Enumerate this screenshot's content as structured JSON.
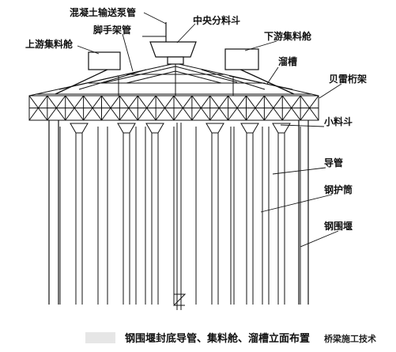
{
  "labels": {
    "concrete_pump_pipe": "混凝土输送泵管",
    "central_hopper": "中央分料斗",
    "scaffold_pipe": "脚手架管",
    "upstream_silo": "上游集料舱",
    "downstream_silo": "下游集料舱",
    "chute": "溜槽",
    "bailey_truss": "贝雷桁架",
    "small_hopper": "小料斗",
    "tremie": "导管",
    "steel_casing": "钢护筒",
    "steel_cofferdam": "钢围堰"
  },
  "caption": "钢围堰封底导管、集料舱、溜槽立面布置",
  "watermark": "桥梁施工技术",
  "colors": {
    "line": "#111111",
    "watermark_box": "#e6e6e6"
  }
}
